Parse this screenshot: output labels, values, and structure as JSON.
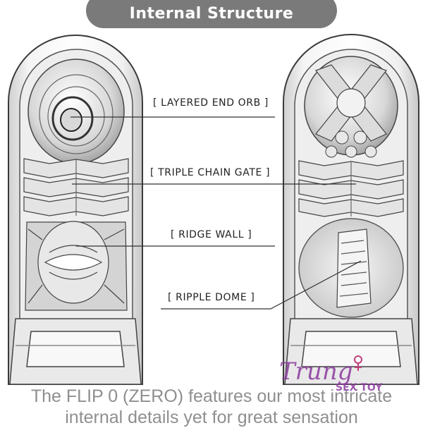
{
  "header": {
    "title": "Internal Structure"
  },
  "callouts": [
    {
      "label": "[ LAYERED END ORB ]"
    },
    {
      "label": "[ TRIPLE CHAIN GATE ]"
    },
    {
      "label": "[ RIDGE WALL ]"
    },
    {
      "label": "[ RIPPLE DOME ]"
    }
  ],
  "caption": {
    "line1": "The FLIP 0 (ZERO) features our most intricate",
    "line2": "internal details yet for great sensation"
  },
  "watermark": {
    "brand": "Trung",
    "sub": "SEX TOY"
  },
  "colors": {
    "pill": "#7a7a7a",
    "line": "#333333",
    "caption": "#8f8f8f",
    "watermark": "#8b3a9e"
  }
}
